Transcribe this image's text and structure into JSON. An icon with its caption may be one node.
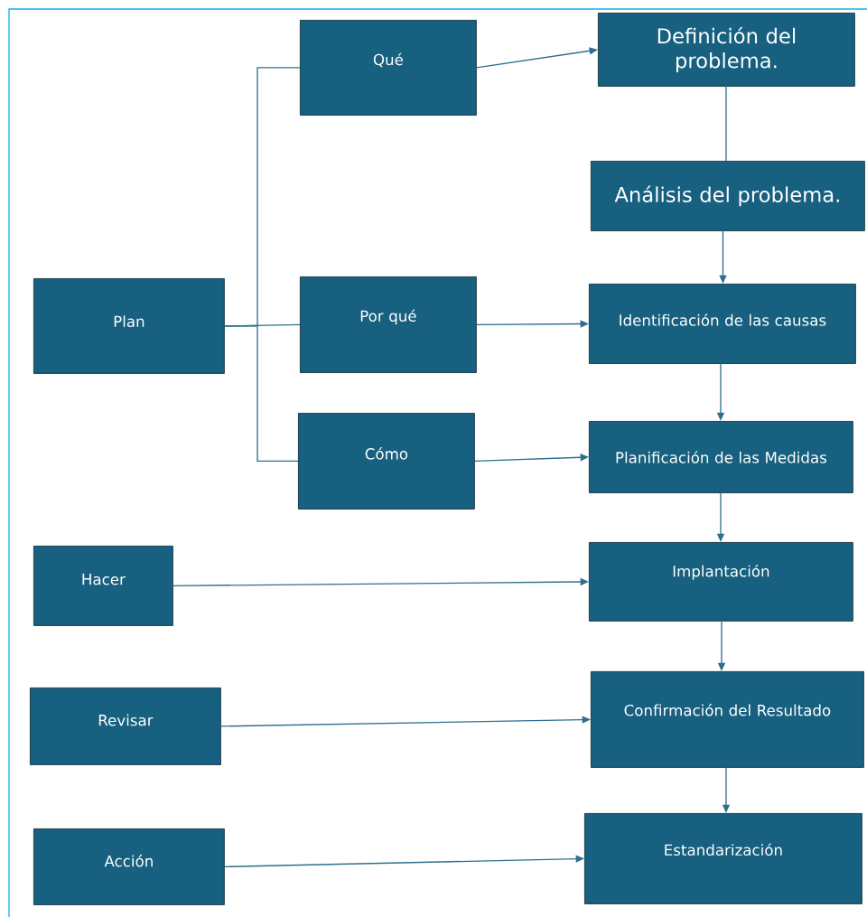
{
  "diagram": {
    "nodes": [
      {
        "text": [
          "Plan"
        ]
      },
      {
        "text": [
          "Qué"
        ]
      },
      {
        "text": [
          "Definición del problema."
        ]
      },
      {
        "text": [
          "Por qué"
        ]
      },
      {
        "text": [
          "Análisis del problema."
        ]
      },
      {
        "text": [
          "Identificación de las causas"
        ]
      },
      {
        "text": [
          "Cómo"
        ]
      },
      {
        "text": [
          "Planificación de las Medidas"
        ]
      },
      {
        "text": [
          "Hacer"
        ]
      },
      {
        "text": [
          "Implantación"
        ]
      },
      {
        "text": [
          "Revisar"
        ]
      },
      {
        "text": [
          "Confirmación del Resultado"
        ]
      },
      {
        "text": [
          "Acción"
        ]
      },
      {
        "text": [
          "Estandarización"
        ]
      }
    ],
    "edges": [
      {
        "from": 0,
        "to": 1,
        "arrow": "none"
      },
      {
        "from": 0,
        "to": 3,
        "arrow": "none"
      },
      {
        "from": 0,
        "to": 6,
        "arrow": "none"
      },
      {
        "from": 1,
        "to": 2,
        "arrow": "to"
      },
      {
        "from": 2,
        "to": 4,
        "arrow": "none"
      },
      {
        "from": 4,
        "to": 5,
        "arrow": "to"
      },
      {
        "from": 3,
        "to": 5,
        "arrow": "to"
      },
      {
        "from": 5,
        "to": 7,
        "arrow": "to"
      },
      {
        "from": 6,
        "to": 7,
        "arrow": "to"
      },
      {
        "from": 7,
        "to": 9,
        "arrow": "to"
      },
      {
        "from": 8,
        "to": 9,
        "arrow": "to"
      },
      {
        "from": 9,
        "to": 11,
        "arrow": "to"
      },
      {
        "from": 10,
        "to": 11,
        "arrow": "to"
      },
      {
        "from": 11,
        "to": 13,
        "arrow": "to"
      },
      {
        "from": 12,
        "to": 13,
        "arrow": "to"
      }
    ]
  }
}
